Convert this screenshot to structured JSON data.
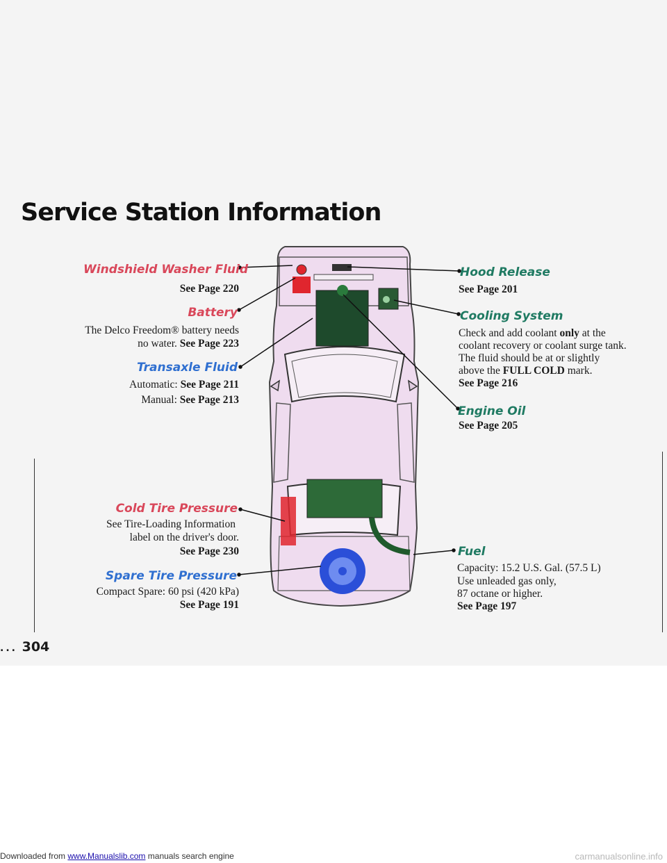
{
  "title": "Service Station Information",
  "page_number": "304",
  "left": {
    "washer": {
      "label": "Windshield Washer Fluid",
      "ref": "See Page 220"
    },
    "battery": {
      "label": "Battery",
      "line1a": "The Delco Freedom® battery needs",
      "line2a": "no water. ",
      "line2b": "See Page 223"
    },
    "transaxle": {
      "label": "Transaxle Fluid",
      "auto_a": "Automatic: ",
      "auto_b": "See Page 211",
      "manual_a": "Manual: ",
      "manual_b": "See Page 213"
    },
    "cold_tire": {
      "label": "Cold Tire Pressure",
      "line1": "See Tire-Loading Information",
      "line2": "label on the driver's door.",
      "ref": "See Page 230"
    },
    "spare": {
      "label": "Spare Tire Pressure",
      "line1": "Compact Spare: 60 psi (420 kPa)",
      "ref": "See Page 191"
    }
  },
  "right": {
    "hood": {
      "label": "Hood Release",
      "ref": "See Page 201"
    },
    "cooling": {
      "label": "Cooling System",
      "l1a": "Check and add coolant ",
      "l1b": "only",
      "l1c": " at the",
      "l2": "coolant recovery or coolant surge tank.",
      "l3": "The fluid should be at or slightly",
      "l4a": "above the ",
      "l4b": "FULL COLD",
      "l4c": " mark.",
      "ref": "See Page 216"
    },
    "oil": {
      "label": "Engine Oil",
      "ref": "See Page 205"
    },
    "fuel": {
      "label": "Fuel",
      "l1": "Capacity: 15.2 U.S. Gal. (57.5 L)",
      "l2": "Use unleaded gas only,",
      "l3": "87 octane or higher.",
      "ref": "See Page 197"
    }
  },
  "footer": {
    "prefix": "Downloaded from ",
    "link": "www.Manualslib.com",
    "suffix": " manuals search engine",
    "watermark": "carmanualsonline.info"
  },
  "colors": {
    "red_label": "#d9475a",
    "blue_label": "#2f6fd0",
    "green_label": "#1f7a62",
    "car_body": "#efdcef"
  }
}
